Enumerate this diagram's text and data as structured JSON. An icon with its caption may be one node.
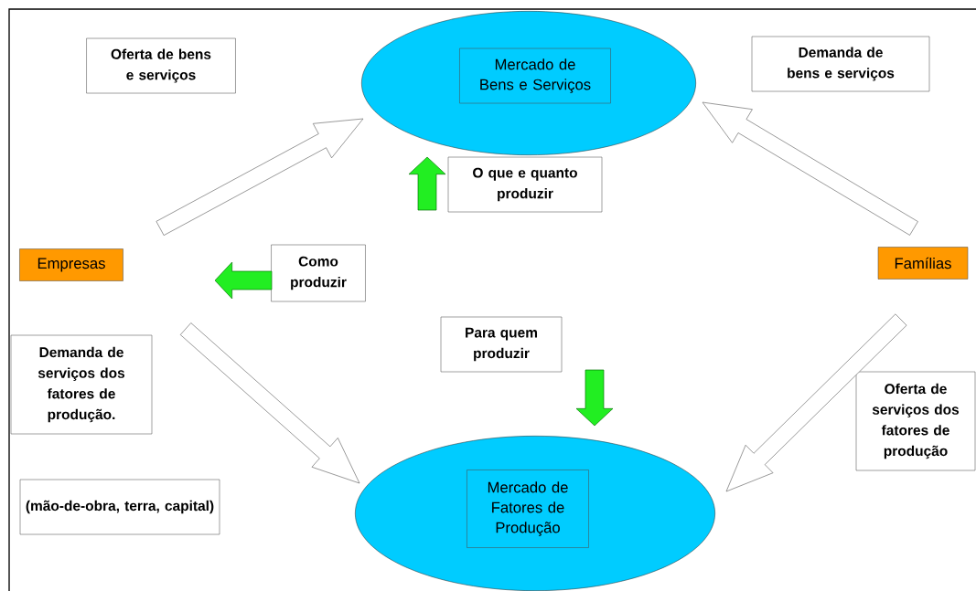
{
  "diagram": {
    "nodes": [
      {
        "text": [],
        "shape": "ellipse"
      },
      {
        "text": [
          "Mercado de Bens e Serviços"
        ],
        "in": 0
      },
      {
        "text": [
          "Empresas"
        ]
      },
      {
        "text": [
          "Famílias"
        ]
      },
      {
        "text": [],
        "shape": "ellipse"
      },
      {
        "text": [
          "Mercado de Fatores de Produção"
        ],
        "in": 4
      },
      {
        "text": [
          "Oferta de bens e serviços"
        ]
      },
      {
        "text": [
          "Demanda de bens e serviços"
        ]
      },
      {
        "text": [
          "O que e quanto produzir"
        ]
      },
      {
        "text": [
          "Como produzir"
        ]
      },
      {
        "text": [
          "Para quem produzir"
        ]
      },
      {
        "text": [
          "Demanda de serviços dos fatores de produção."
        ]
      },
      {
        "text": [
          "(mão-de-obra, terra, capital)"
        ]
      },
      {
        "text": [
          "Oferta de serviços dos fatores de produção"
        ]
      }
    ],
    "edges": [
      {
        "from": 2,
        "to": 0,
        "arrow": "to"
      },
      {
        "from": 3,
        "to": 0,
        "arrow": "to"
      },
      {
        "from": 2,
        "to": 4,
        "arrow": "to"
      },
      {
        "from": 3,
        "to": 4,
        "arrow": "to"
      },
      {
        "from": null,
        "to": 0,
        "arrow": "to",
        "color": "#22ee22"
      },
      {
        "from": 9,
        "to": null,
        "arrow": "to",
        "color": "#22ee22"
      },
      {
        "from": null,
        "to": 4,
        "arrow": "to",
        "color": "#22ee22"
      }
    ]
  }
}
